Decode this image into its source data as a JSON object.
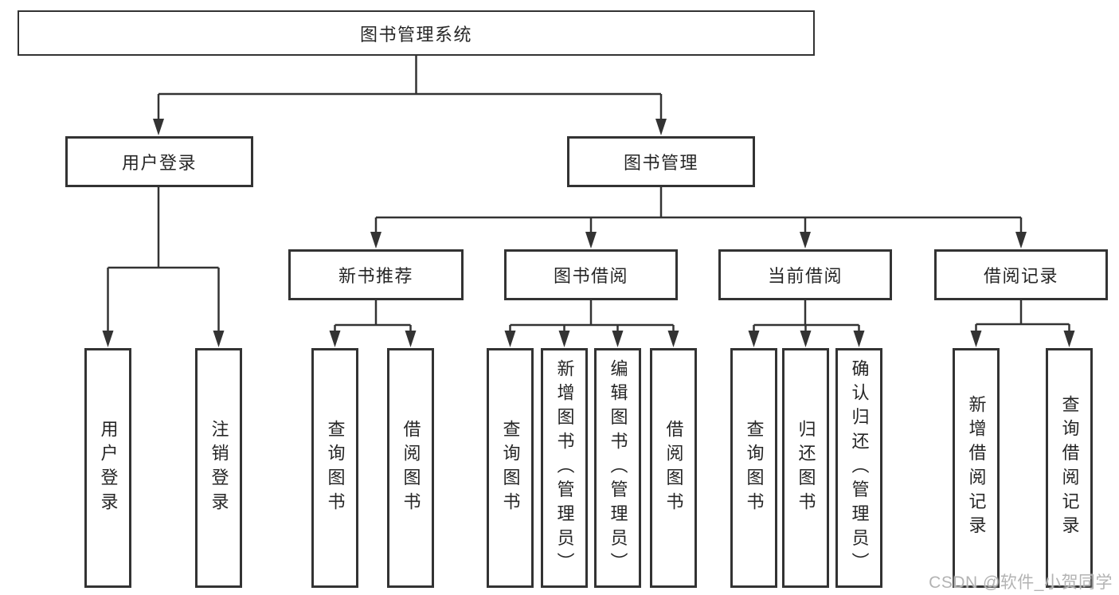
{
  "tree": {
    "label": "图书管理系统",
    "children": [
      {
        "label": "用户登录",
        "children": [
          {
            "label": "用户登录"
          },
          {
            "label": "注销登录"
          }
        ]
      },
      {
        "label": "图书管理",
        "children": [
          {
            "label": "新书推荐",
            "children": [
              {
                "label": "查询图书"
              },
              {
                "label": "借阅图书"
              }
            ]
          },
          {
            "label": "图书借阅",
            "children": [
              {
                "label": "查询图书"
              },
              {
                "label": "新增图书（管理员）"
              },
              {
                "label": "编辑图书（管理员）"
              },
              {
                "label": "借阅图书"
              }
            ]
          },
          {
            "label": "当前借阅",
            "children": [
              {
                "label": "查询图书"
              },
              {
                "label": "归还图书"
              },
              {
                "label": "确认归还（管理员）"
              }
            ]
          },
          {
            "label": "借阅记录",
            "children": [
              {
                "label": "新增借阅记录"
              },
              {
                "label": "查询借阅记录"
              }
            ]
          }
        ]
      }
    ]
  },
  "watermark": {
    "text": "CSDN @软件_小贺同学"
  },
  "colors": {
    "line": "#333333",
    "text": "#262626",
    "watermark": "#b3b3b3",
    "background": "#ffffff"
  }
}
